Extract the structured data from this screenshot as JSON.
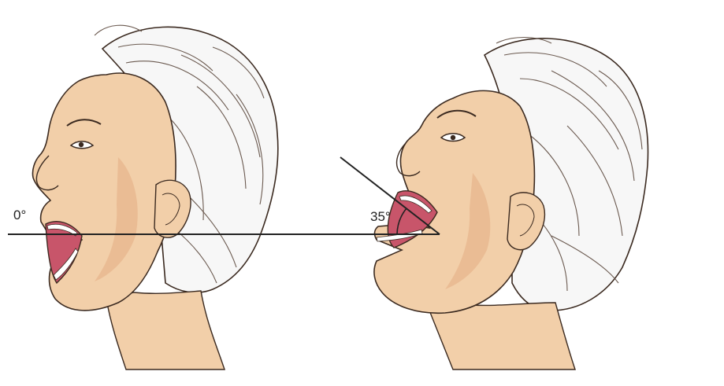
{
  "figure": {
    "left_head": {
      "angle_label": "0°",
      "angle_value": 0
    },
    "right_head": {
      "angle_label": "35°",
      "angle_value": 35
    }
  },
  "colors": {
    "skin": "#f2cfa9",
    "skin_shadow": "#e3ad84",
    "hair": "#f7f7f7",
    "outline": "#3b2a20",
    "mouth": "#c8556a",
    "teeth": "#ffffff",
    "line": "#222222"
  }
}
